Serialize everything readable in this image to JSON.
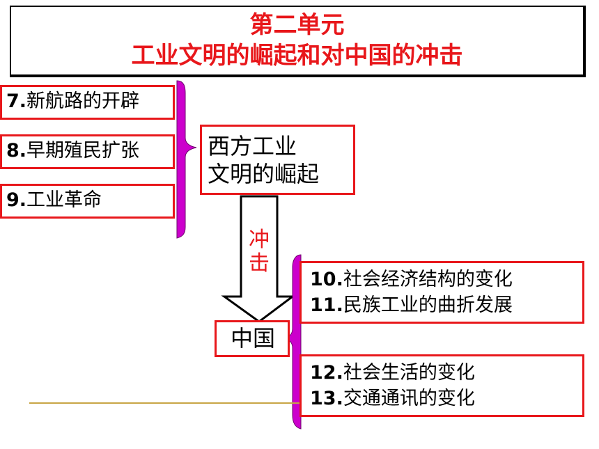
{
  "title": {
    "line1": "第二单元",
    "line2": "工业文明的崛起和对中国的冲击"
  },
  "lessons_left": [
    {
      "num": "7.",
      "text": "新航路的开辟"
    },
    {
      "num": "8.",
      "text": "早期殖民扩张"
    },
    {
      "num": "9.",
      "text": "工业革命"
    }
  ],
  "west_box": {
    "line1": "西方工业",
    "line2": "文明的崛起"
  },
  "impact_label": {
    "char1": "冲",
    "char2": "击"
  },
  "china_box": {
    "label": "中国"
  },
  "lessons_right_top": [
    {
      "num": "10.",
      "text": "社会经济结构的变化"
    },
    {
      "num": "11.",
      "text": "民族工业的曲折发展"
    }
  ],
  "lessons_right_bottom": [
    {
      "num": "12.",
      "text": "社会生活的变化"
    },
    {
      "num": "13.",
      "text": "交通通讯的变化"
    }
  ],
  "colors": {
    "accent_red": "#e8171b",
    "bracket_magenta": "#cc00cc",
    "rule_gold": "#c8a545"
  }
}
